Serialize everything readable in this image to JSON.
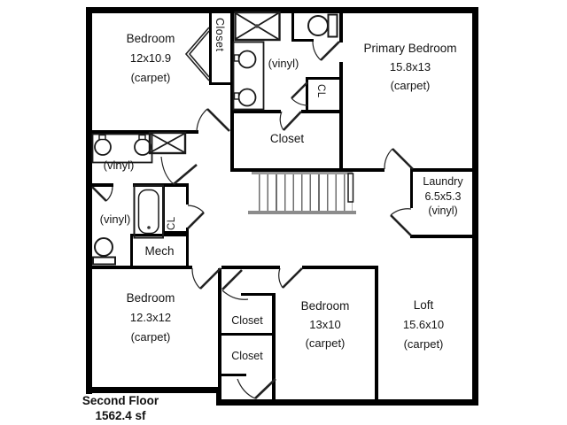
{
  "colors": {
    "wall": "#000000",
    "text": "#151515",
    "stair_gray": "#8c8c8c"
  },
  "floor_label": {
    "title": "Second Floor",
    "area": "1562.4 sf"
  },
  "rooms": {
    "bedroom_top_left": {
      "name": "Bedroom",
      "dims": "12x10.9",
      "floor": "(carpet)"
    },
    "closet_top_left": {
      "label": "Closet"
    },
    "bath_top": {
      "floor": "(vinyl)"
    },
    "water_closet": {
      "label": "CL"
    },
    "primary_bedroom": {
      "name": "Primary Bedroom",
      "dims": "15.8x13",
      "floor": "(carpet)"
    },
    "closet_middle": {
      "label": "Closet"
    },
    "hall_vanity": {
      "floor": "(vinyl)"
    },
    "bath_left": {
      "floor": "(vinyl)"
    },
    "linen_closet": {
      "label": "CL"
    },
    "mech": {
      "label": "Mech"
    },
    "laundry": {
      "name": "Laundry",
      "dims": "6.5x5.3",
      "floor": "(vinyl)"
    },
    "bedroom_bottom_left": {
      "name": "Bedroom",
      "dims": "12.3x12",
      "floor": "(carpet)"
    },
    "closet_lower_upper": {
      "label": "Closet"
    },
    "closet_lower_lower": {
      "label": "Closet"
    },
    "bedroom_bottom_middle": {
      "name": "Bedroom",
      "dims": "13x10",
      "floor": "(carpet)"
    },
    "loft": {
      "name": "Loft",
      "dims": "15.6x10",
      "floor": "(carpet)"
    }
  }
}
